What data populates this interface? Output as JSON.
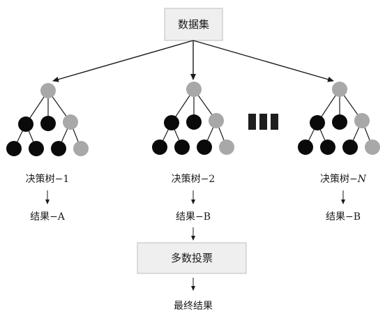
{
  "dataset_label": "数据集",
  "ellipsis_blocks": 3,
  "trees": [
    {
      "name_prefix": "决策树−",
      "name_index": "1",
      "name_italic": false,
      "result": "结果−A"
    },
    {
      "name_prefix": "决策树−",
      "name_index": "2",
      "name_italic": false,
      "result": "结果−B"
    },
    {
      "name_prefix": "决策树−",
      "name_index": "N",
      "name_italic": true,
      "result": "结果−B"
    }
  ],
  "vote_label": "多数投票",
  "final_label": "最终结果",
  "colors": {
    "leaf_black": "#0a0a0a",
    "node_gray": "#a8a8a8",
    "box_fill": "#efefef",
    "box_border": "#bdbdbd"
  }
}
